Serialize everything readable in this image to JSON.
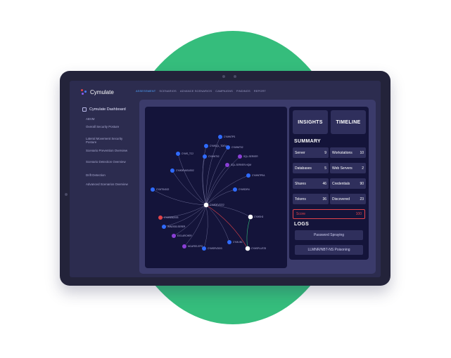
{
  "app": {
    "brand": "Cymulate",
    "logo_colors": [
      "#e2434a",
      "#4f7dff",
      "#8a5cf6"
    ]
  },
  "colors": {
    "blob": "#35bd7c",
    "node_blue": "#2f6bff",
    "node_purple": "#8a3fd6",
    "node_red": "#e2434a",
    "node_white": "#ffffff",
    "edge_red": "#e2434a",
    "edge_green": "#35bd7c",
    "active_tab": "#4fa3ff"
  },
  "sidebar": {
    "title": "Cymulate Dashboard",
    "title_icon": "dashboard-icon",
    "items": [
      {
        "label": "ABVM"
      },
      {
        "label": "Overall Security Posture"
      },
      {
        "label": "Lateral Movement Security Posture"
      },
      {
        "label": "Scenario Prevention Overview"
      },
      {
        "label": "Scenario Detection Overview"
      },
      {
        "label": "Drift Detection"
      },
      {
        "label": "Advanced Scenarios Overview"
      }
    ]
  },
  "tabs": [
    {
      "label": "ASSESSMENT",
      "active": true
    },
    {
      "label": "SCENARIOS",
      "active": false
    },
    {
      "label": "ADVANCE SCENARIOS",
      "active": false
    },
    {
      "label": "CAMPAIGNS",
      "active": false
    },
    {
      "label": "FINDINGS",
      "active": false
    },
    {
      "label": "REPORT",
      "active": false
    }
  ],
  "graph": {
    "nodes": [
      {
        "label": "CYMWTPS",
        "color": "blue"
      },
      {
        "label": "CYMSQL_TDEV",
        "color": "blue"
      },
      {
        "label": "CYMWIT02",
        "color": "blue"
      },
      {
        "label": "CYMS_TC2",
        "color": "blue"
      },
      {
        "label": "CYMWT02",
        "color": "blue"
      },
      {
        "label": "SQL-SERVER",
        "color": "purple"
      },
      {
        "label": "SQL-SERVER-HQM",
        "color": "purple"
      },
      {
        "label": "CYMDEVASUS02",
        "color": "blue"
      },
      {
        "label": "CYMWTPEA",
        "color": "blue"
      },
      {
        "label": "CYMTS4022",
        "color": "blue"
      },
      {
        "label": "CYMSDR4",
        "color": "blue"
      },
      {
        "label": "CYMDEV2222",
        "color": "white"
      },
      {
        "label": "CYMWIN2003",
        "color": "red"
      },
      {
        "label": "CYMSH2",
        "color": "white"
      },
      {
        "label": "WIN2003-SERER",
        "color": "blue"
      },
      {
        "label": "EX3-ARCHER",
        "color": "purple"
      },
      {
        "label": "CYMLIN1",
        "color": "blue"
      },
      {
        "label": "MCAFEE-EPO",
        "color": "purple"
      },
      {
        "label": "CYMSRV2003",
        "color": "blue"
      },
      {
        "label": "CYMSPLUS78",
        "color": "white"
      }
    ]
  },
  "right_panel": {
    "insights_label": "INSIGHTS",
    "timeline_label": "TIMELINE",
    "summary_heading": "SUMMARY",
    "stats": [
      {
        "label": "Server",
        "value": "9"
      },
      {
        "label": "Workstations",
        "value": "10"
      },
      {
        "label": "Databases",
        "value": "5"
      },
      {
        "label": "Web Servers",
        "value": "2"
      },
      {
        "label": "Shares",
        "value": "46"
      },
      {
        "label": "Credentials",
        "value": "90"
      },
      {
        "label": "Tokens",
        "value": "36"
      },
      {
        "label": "Discovered",
        "value": "23"
      }
    ],
    "score": {
      "label": "Score",
      "value": "100"
    },
    "logs_heading": "LOGS",
    "logs": [
      {
        "label": "Password Spraying"
      },
      {
        "label": "LLMNR/NBT-NS Poisoning"
      }
    ]
  }
}
